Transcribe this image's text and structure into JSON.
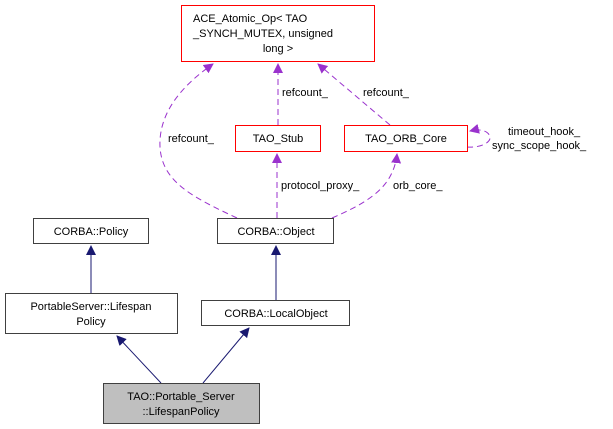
{
  "title": "TAO::Portable_Server::LifespanPolicy collaboration diagram",
  "colors": {
    "node_border_normal": "#404040",
    "node_border_truncated": "#ff0000",
    "node_fill_focus": "#bfbfbf",
    "node_fill": "#ffffff",
    "inheritance_edge": "#191970",
    "usage_edge": "#9a32cd"
  },
  "nodes": {
    "ace_atomic_op": {
      "lines": [
        "ACE_Atomic_Op< TAO",
        "_SYNCH_MUTEX, unsigned",
        "long >"
      ],
      "style": "truncated"
    },
    "tao_stub": {
      "lines": [
        "TAO_Stub"
      ],
      "style": "truncated"
    },
    "tao_orb_core": {
      "lines": [
        "TAO_ORB_Core"
      ],
      "style": "truncated"
    },
    "corba_policy": {
      "lines": [
        "CORBA::Policy"
      ],
      "style": "normal"
    },
    "corba_object": {
      "lines": [
        "CORBA::Object"
      ],
      "style": "normal"
    },
    "portableserver_lifespanpolicy": {
      "lines": [
        "PortableServer::Lifespan",
        "Policy"
      ],
      "style": "normal"
    },
    "corba_localobject": {
      "lines": [
        "CORBA::LocalObject"
      ],
      "style": "normal"
    },
    "tao_lifespanpolicy": {
      "lines": [
        "TAO::Portable_Server",
        "::LifespanPolicy"
      ],
      "style": "focus"
    }
  },
  "edges": {
    "stub_to_ace": {
      "from": "tao_stub",
      "to": "ace_atomic_op",
      "kind": "usage",
      "label": "refcount_"
    },
    "orbcore_to_ace": {
      "from": "tao_orb_core",
      "to": "ace_atomic_op",
      "kind": "usage",
      "label": "refcount_"
    },
    "object_to_ace": {
      "from": "corba_object",
      "to": "ace_atomic_op",
      "kind": "usage",
      "label": "refcount_"
    },
    "orbcore_self": {
      "from": "tao_orb_core",
      "to": "tao_orb_core",
      "kind": "usage",
      "label_lines": [
        "timeout_hook_",
        "sync_scope_hook_"
      ]
    },
    "object_to_stub": {
      "from": "corba_object",
      "to": "tao_stub",
      "kind": "usage",
      "label": "protocol_proxy_"
    },
    "object_to_orbcore": {
      "from": "corba_object",
      "to": "tao_orb_core",
      "kind": "usage",
      "label": "orb_core_"
    },
    "lifespan_to_policy": {
      "from": "portableserver_lifespanpolicy",
      "to": "corba_policy",
      "kind": "inheritance"
    },
    "localobject_to_object": {
      "from": "corba_localobject",
      "to": "corba_object",
      "kind": "inheritance"
    },
    "tao_to_lifespan": {
      "from": "tao_lifespanpolicy",
      "to": "portableserver_lifespanpolicy",
      "kind": "inheritance"
    },
    "tao_to_localobject": {
      "from": "tao_lifespanpolicy",
      "to": "corba_localobject",
      "kind": "inheritance"
    }
  }
}
